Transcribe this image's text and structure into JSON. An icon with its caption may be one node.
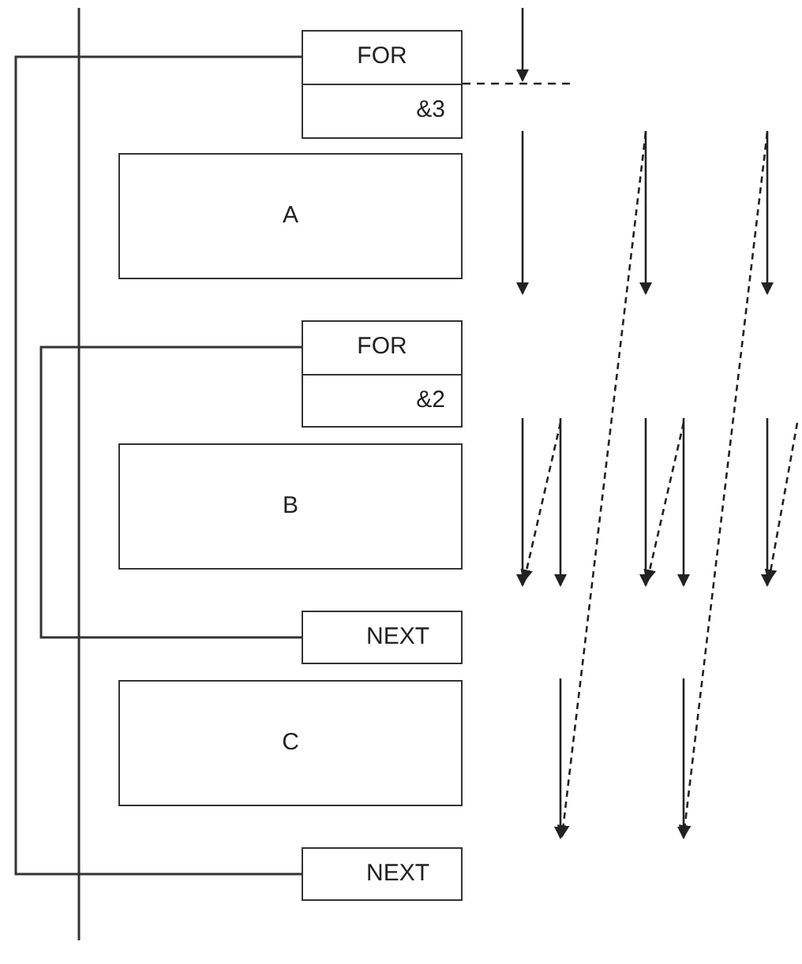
{
  "diagram": {
    "nodes": [
      {
        "text": [
          "FOR",
          "&3"
        ]
      },
      {
        "text": [
          "A"
        ]
      },
      {
        "text": [
          "FOR",
          "&2"
        ]
      },
      {
        "text": [
          "B"
        ]
      },
      {
        "text": [
          "NEXT"
        ]
      },
      {
        "text": [
          "C"
        ]
      },
      {
        "text": [
          "NEXT"
        ]
      }
    ],
    "edges": [
      {
        "from": 0,
        "to": 6,
        "arrow": "none"
      },
      {
        "from": 2,
        "to": 4,
        "arrow": "none"
      }
    ]
  }
}
